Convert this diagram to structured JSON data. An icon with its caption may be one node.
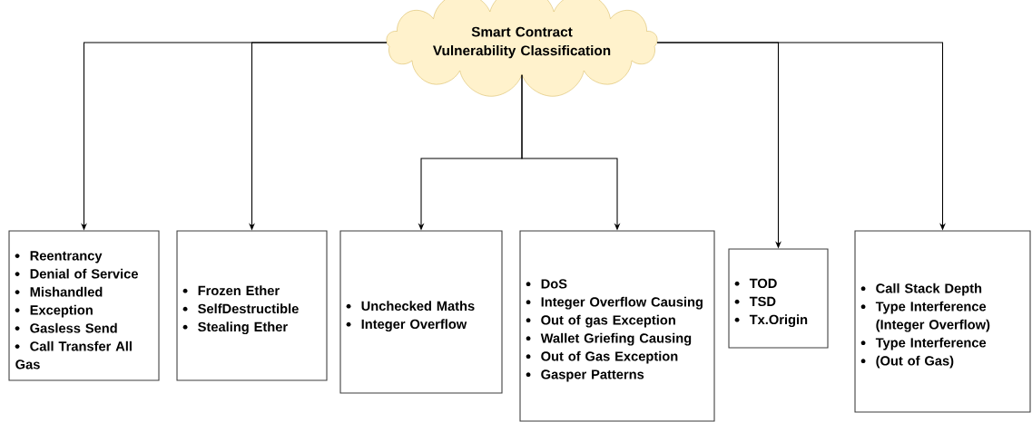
{
  "diagram": {
    "nodes": [
      {
        "text": [
          "Smart Contract Vulnerability Classification"
        ]
      },
      {
        "text": [
          "Reentrancy",
          "Denial of Service",
          "Mishandled",
          "Exception",
          "Gasless Send",
          "Call Transfer All Gas"
        ]
      },
      {
        "text": [
          "Frozen Ether",
          "SelfDestructible",
          "Stealing Ether"
        ]
      },
      {
        "text": [
          "Unchecked Maths",
          "Integer Overflow"
        ]
      },
      {
        "text": [
          "DoS",
          "Integer Overflow Causing",
          "Out of gas Exception",
          "Wallet Griefing Causing",
          "Out of Gas Exception",
          "Gasper Patterns"
        ]
      },
      {
        "text": [
          "TOD",
          "TSD",
          "Tx.Origin"
        ]
      },
      {
        "text": [
          "Call Stack Depth",
          "Type Interference (Integer Overflow)",
          "Type Interference",
          "(Out of Gas)"
        ]
      }
    ],
    "edges": [
      {
        "from": 0,
        "to": 1,
        "arrow": "to"
      },
      {
        "from": 0,
        "to": 2,
        "arrow": "to"
      },
      {
        "from": 0,
        "to": 3,
        "arrow": "to"
      },
      {
        "from": 0,
        "to": 4,
        "arrow": "to"
      },
      {
        "from": 0,
        "to": 5,
        "arrow": "to"
      },
      {
        "from": 0,
        "to": 6,
        "arrow": "to"
      }
    ]
  }
}
